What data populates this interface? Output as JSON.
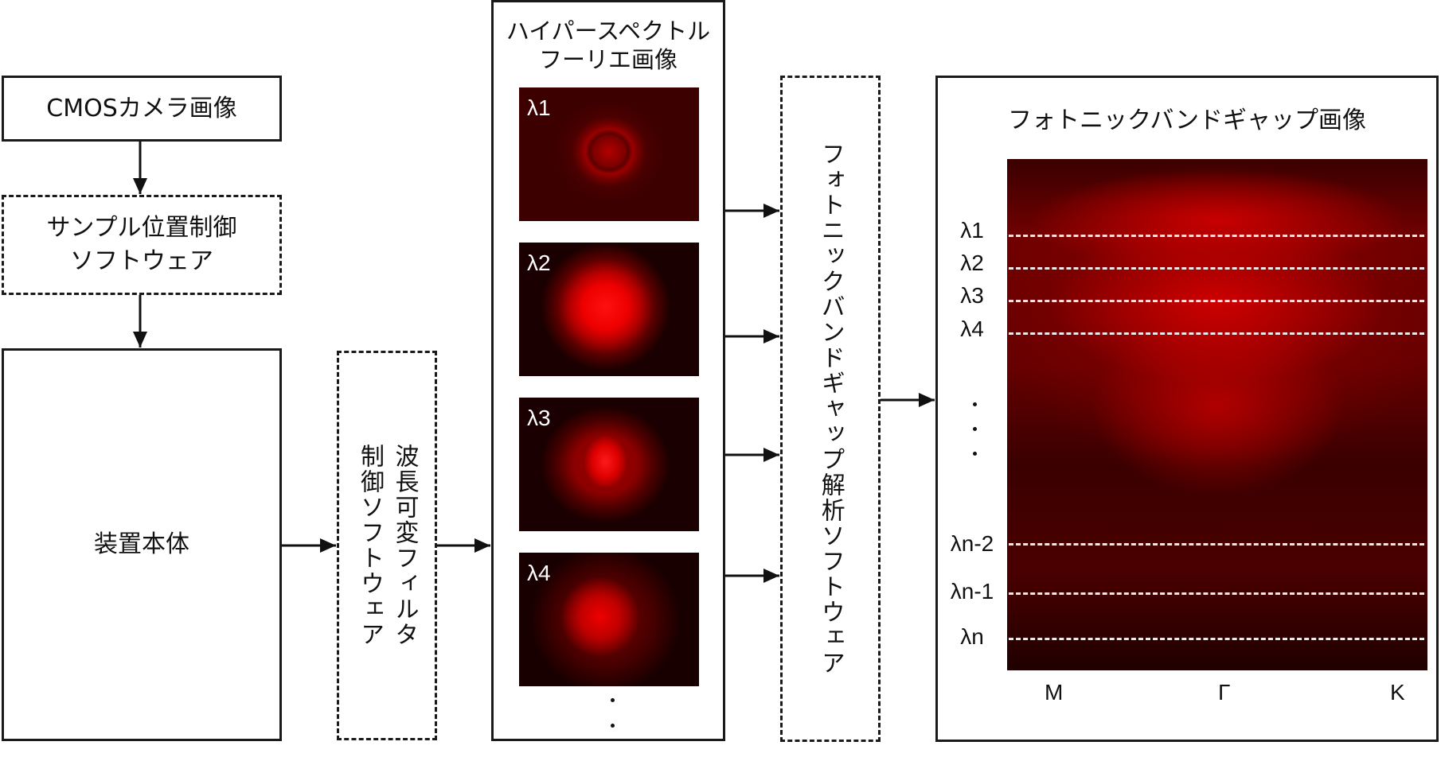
{
  "left": {
    "camera_box": "CMOSカメラ画像",
    "sample_control_box": {
      "line1": "サンプル位置制御",
      "line2": "ソフトウェア"
    },
    "device_box": "装置本体"
  },
  "filter_control_box": {
    "line1": "波長可変フィルタ",
    "line2": "制御ソフトウェア"
  },
  "hyperspectral": {
    "title_line1": "ハイパースペクトル",
    "title_line2": "フーリエ画像",
    "panels": [
      {
        "label": "λ1"
      },
      {
        "label": "λ2"
      },
      {
        "label": "λ3"
      },
      {
        "label": "λ4"
      }
    ],
    "continuation": "⋮"
  },
  "analysis_box": "フォトニックバンドギャップ解析ソフトウェア",
  "bandgap": {
    "title": "フォトニックバンドギャップ画像",
    "wavelengths": [
      "λ1",
      "λ2",
      "λ3",
      "λ4",
      "λn-2",
      "λn-1",
      "λn"
    ],
    "axis_points": [
      "M",
      "Γ",
      "K"
    ]
  },
  "colors": {
    "line": "#1a1a1a",
    "image_red": "#cc0000",
    "dash_line": "#f0e8e8"
  }
}
